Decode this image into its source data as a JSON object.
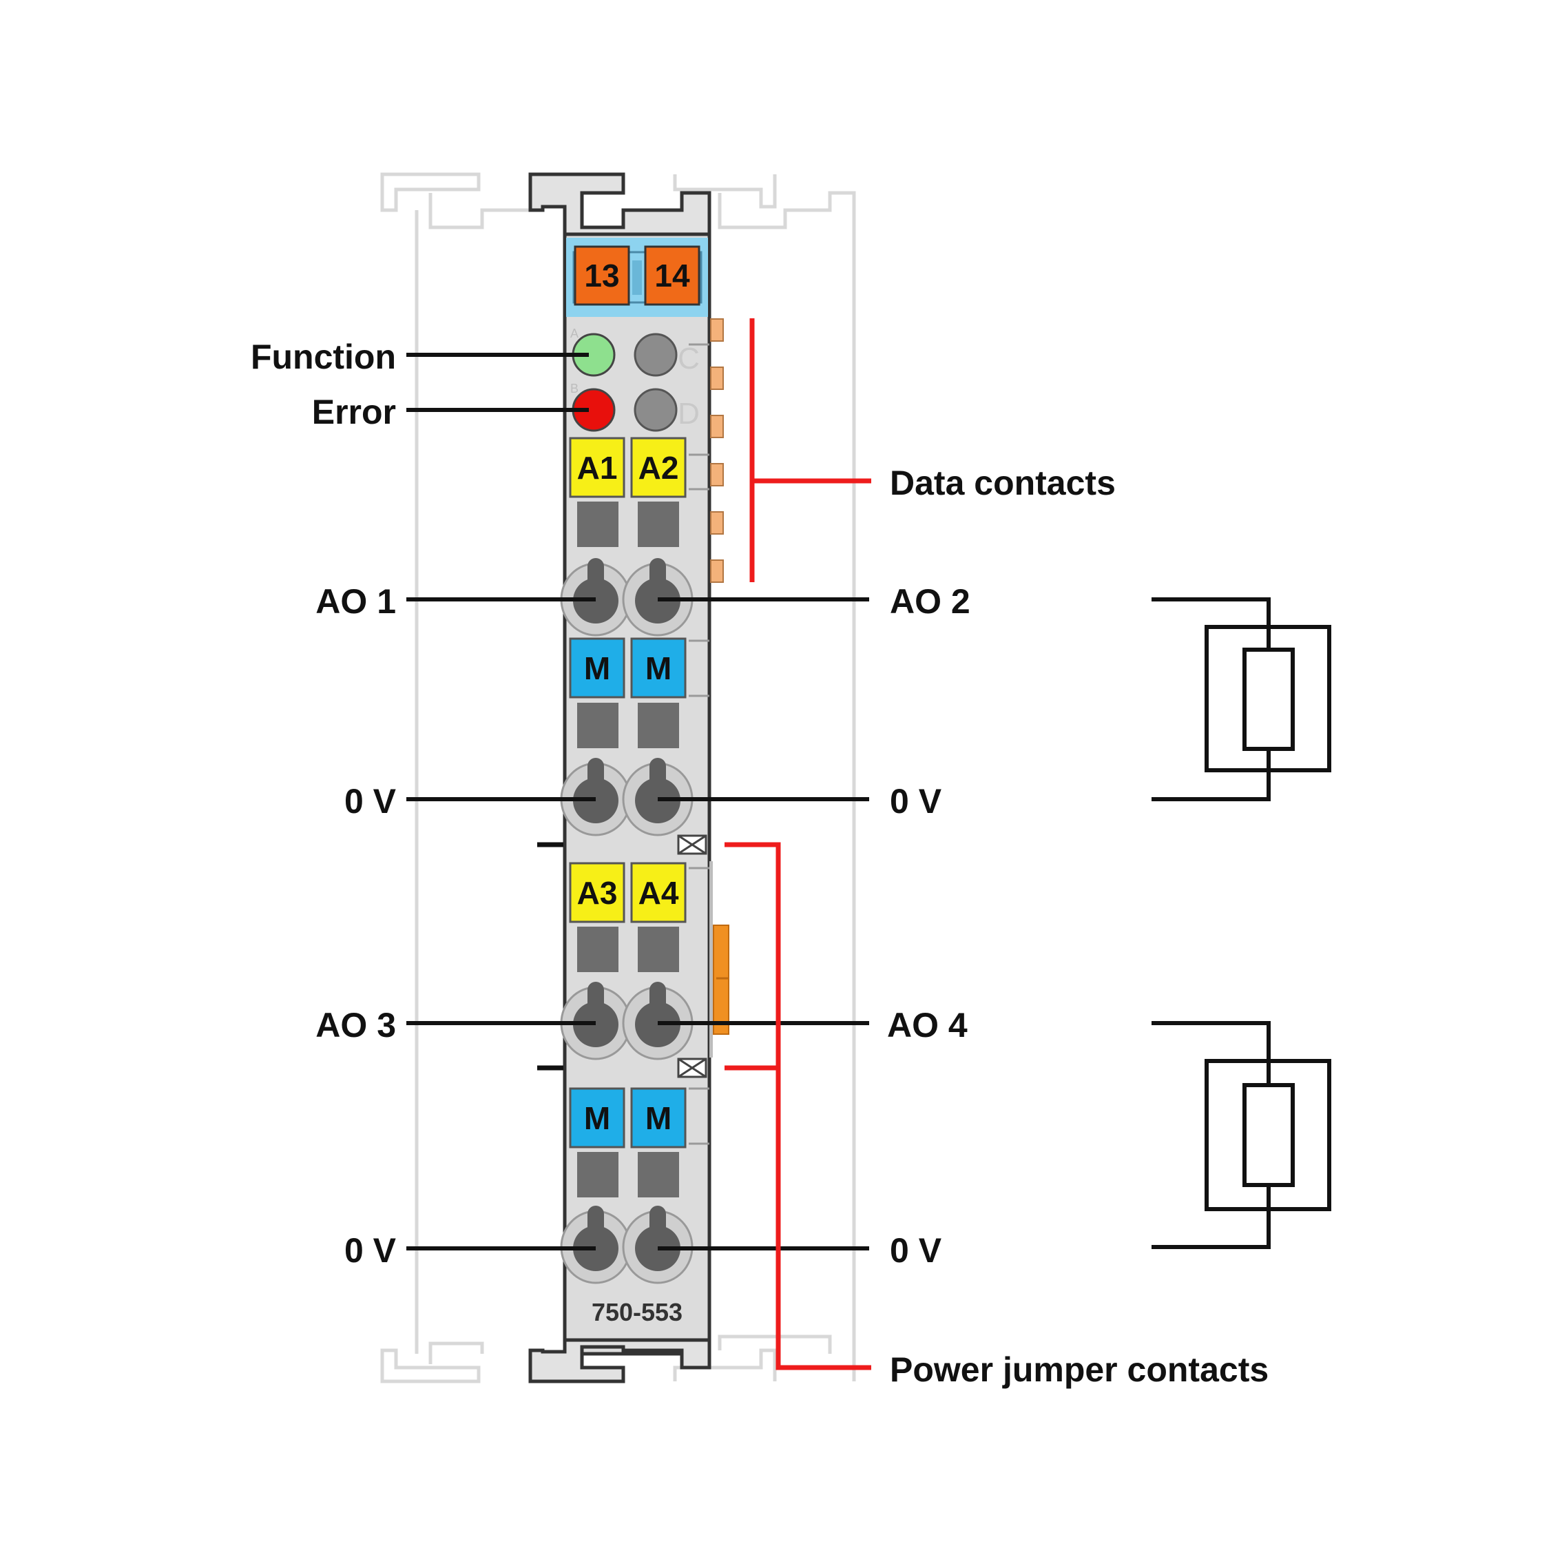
{
  "module": {
    "model_number": "750-553",
    "top_terminals": [
      "13",
      "14"
    ],
    "led_letters": [
      "A",
      "B",
      "C",
      "D"
    ],
    "channel_keys": [
      [
        "A1",
        "A2"
      ],
      [
        "M",
        "M"
      ],
      [
        "A3",
        "A4"
      ],
      [
        "M",
        "M"
      ]
    ]
  },
  "labels": {
    "function": "Function",
    "error": "Error",
    "ao1": "AO 1",
    "ao2": "AO 2",
    "ov_left_1": "0 V",
    "ov_right_1": "0 V",
    "ao3": "AO 3",
    "ao4": "AO 4",
    "ov_left_2": "0 V",
    "ov_right_2": "0 V",
    "data_contacts": "Data contacts",
    "power_jumper_contacts": "Power jumper contacts"
  },
  "colors": {
    "led_function": "#8ee08e",
    "led_error": "#e8100c",
    "led_off": "#8c8c8c",
    "key_yellow": "#f7ef17",
    "key_blue": "#1faee8",
    "terminal_orange": "#f06a18",
    "top_band": "#8dd3ef",
    "bracket_red": "#ee1c1c",
    "housing": "#dcdcdc"
  }
}
